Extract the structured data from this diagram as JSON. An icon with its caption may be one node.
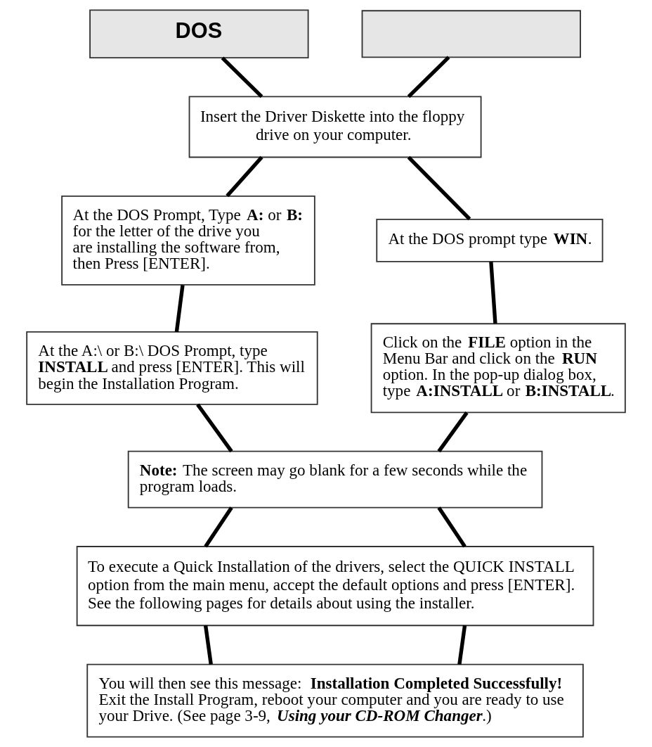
{
  "diagram": {
    "nodes": [
      {
        "text": [
          "DOS"
        ]
      },
      {
        "text": [],
        "shape": "box"
      },
      {
        "text": [
          "Insert the Driver Diskette into the floppy drive on your computer."
        ]
      },
      {
        "text": [
          "At the DOS Prompt, Type **A:** or **B:** for the letter of the drive you are installing the software from, then Press [ENTER]."
        ]
      },
      {
        "text": [
          "At the DOS prompt type **WIN**."
        ]
      },
      {
        "text": [
          "At the A:\\ or B:\\ DOS Prompt, type **INSTALL** and press [ENTER]. This will begin the Installation Program."
        ]
      },
      {
        "text": [
          "Click on the **FILE** option in the Menu Bar and click on the **RUN** option. In the pop-up dialog box, type **A:INSTALL** or **B:INSTALL**."
        ]
      },
      {
        "text": [
          "**Note:** The screen may go blank for a few seconds while the program loads."
        ]
      },
      {
        "text": [
          "To execute a Quick Installation of the drivers, select the QUICK INSTALL option from the main menu, accept the default options and press [ENTER]. See the following pages for details about using the installer."
        ]
      },
      {
        "text": [
          "You will then see this message: **Installation Completed Successfully!** Exit the Install Program, reboot your computer and you are ready to use your Drive. (See page 3-9, *Using your CD-ROM Changer*.)"
        ]
      }
    ],
    "edges": [
      {
        "from": 0,
        "to": 2,
        "arrow": "none"
      },
      {
        "from": 1,
        "to": 2,
        "arrow": "none"
      },
      {
        "from": 2,
        "to": 3,
        "arrow": "none"
      },
      {
        "from": 2,
        "to": 4,
        "arrow": "none"
      },
      {
        "from": 3,
        "to": 5,
        "arrow": "none"
      },
      {
        "from": 4,
        "to": 6,
        "arrow": "none"
      },
      {
        "from": 5,
        "to": 7,
        "arrow": "none"
      },
      {
        "from": 6,
        "to": 7,
        "arrow": "none"
      },
      {
        "from": 7,
        "to": 8,
        "arrow": "none"
      },
      {
        "from": 7,
        "to": 8,
        "arrow": "none"
      },
      {
        "from": 8,
        "to": 9,
        "arrow": "none"
      },
      {
        "from": 8,
        "to": 9,
        "arrow": "none"
      }
    ]
  }
}
